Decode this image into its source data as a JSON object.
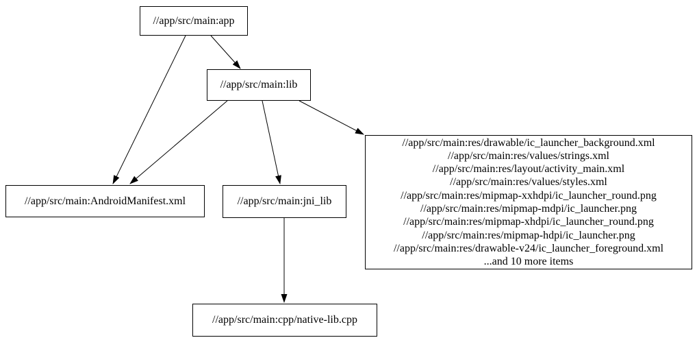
{
  "diagram": {
    "type": "dependency-graph",
    "background_color": "#ffffff",
    "node_border_color": "#000000",
    "edge_color": "#000000",
    "text_color": "#000000",
    "nodes": {
      "app": {
        "label": "//app/src/main:app"
      },
      "lib": {
        "label": "//app/src/main:lib"
      },
      "manifest": {
        "label": "//app/src/main:AndroidManifest.xml"
      },
      "jni_lib": {
        "label": "//app/src/main:jni_lib"
      },
      "native": {
        "label": "//app/src/main:cpp/native-lib.cpp"
      },
      "res": {
        "lines": [
          "//app/src/main:res/drawable/ic_launcher_background.xml",
          "//app/src/main:res/values/strings.xml",
          "//app/src/main:res/layout/activity_main.xml",
          "//app/src/main:res/values/styles.xml",
          "//app/src/main:res/mipmap-xxhdpi/ic_launcher_round.png",
          "//app/src/main:res/mipmap-mdpi/ic_launcher.png",
          "//app/src/main:res/mipmap-xhdpi/ic_launcher_round.png",
          "//app/src/main:res/mipmap-hdpi/ic_launcher.png",
          "//app/src/main:res/drawable-v24/ic_launcher_foreground.xml",
          "...and 10 more items"
        ]
      }
    },
    "edges": [
      {
        "from": "app",
        "to": "lib"
      },
      {
        "from": "app",
        "to": "manifest"
      },
      {
        "from": "lib",
        "to": "manifest"
      },
      {
        "from": "lib",
        "to": "jni_lib"
      },
      {
        "from": "lib",
        "to": "res"
      },
      {
        "from": "jni_lib",
        "to": "native"
      }
    ]
  }
}
